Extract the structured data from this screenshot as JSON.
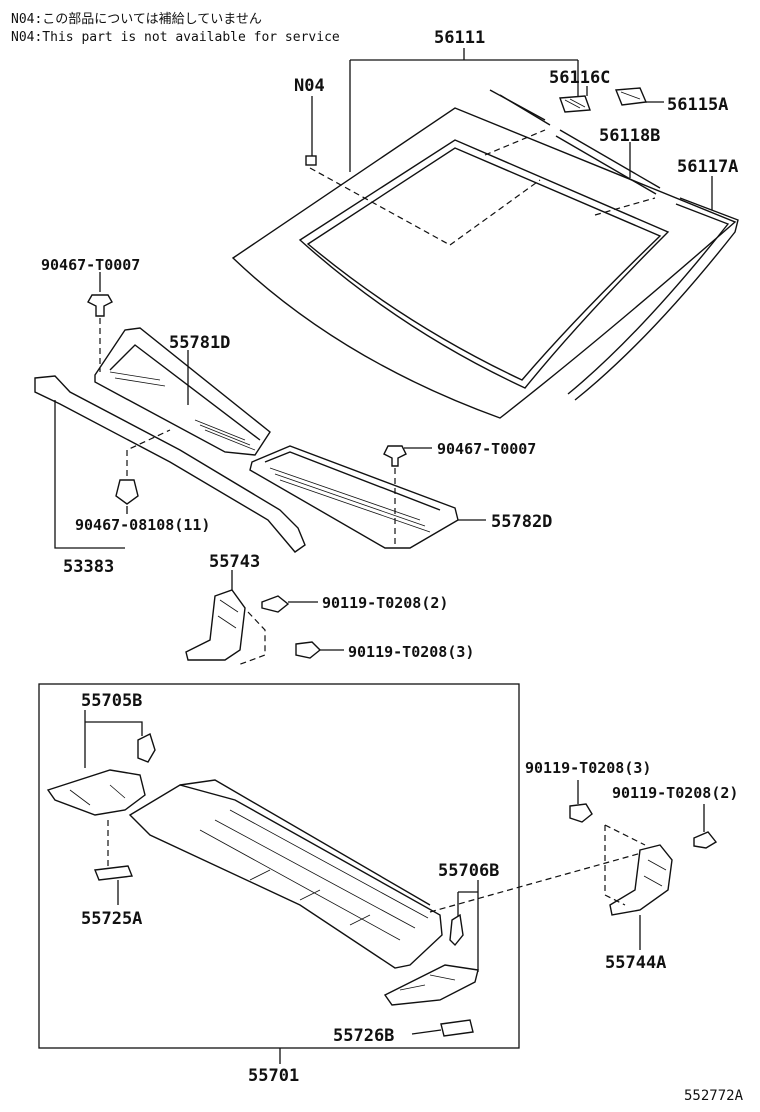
{
  "notes": {
    "jp": "N04:この部品については補給していません",
    "en": "N04:This part is not available for service"
  },
  "labels": {
    "p56111": "56111",
    "n04": "N04",
    "p56116c": "56116C",
    "p56115a": "56115A",
    "p56118b": "56118B",
    "p56117a": "56117A",
    "p90467_t0007_a": "90467-T0007",
    "p55781d": "55781D",
    "p90467_t0007_b": "90467-T0007",
    "p90467_08108": "90467-08108(11)",
    "p55782d": "55782D",
    "p53383": "53383",
    "p55743": "55743",
    "p90119_a": "90119-T0208(2)",
    "p90119_b": "90119-T0208(3)",
    "p55705b": "55705B",
    "p55725a": "55725A",
    "p55706b": "55706B",
    "p55726b": "55726B",
    "p55701": "55701",
    "p90119_c": "90119-T0208(3)",
    "p90119_d": "90119-T0208(2)",
    "p55744a": "55744A",
    "diagram_id": "552772A"
  }
}
